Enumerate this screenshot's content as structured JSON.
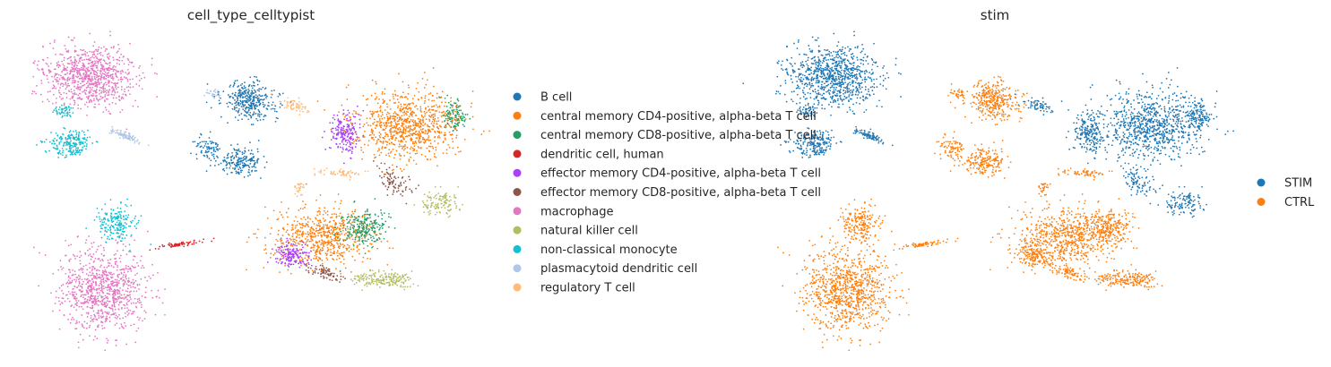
{
  "chart_data": [
    {
      "type": "scatter",
      "title": "cell_type_celltypist",
      "xlabel": "",
      "ylabel": "",
      "grid": false,
      "legend": "right",
      "series": [
        {
          "name": "B cell",
          "color": "#1f77b4"
        },
        {
          "name": "central memory CD4-positive, alpha-beta T cell",
          "color": "#ff7f0e"
        },
        {
          "name": "central memory CD8-positive, alpha-beta T cell",
          "color": "#279e68"
        },
        {
          "name": "dendritic cell, human",
          "color": "#d62728"
        },
        {
          "name": "effector memory CD4-positive, alpha-beta T cell",
          "color": "#aa40fc"
        },
        {
          "name": "effector memory CD8-positive, alpha-beta T cell",
          "color": "#8c564b"
        },
        {
          "name": "macrophage",
          "color": "#e377c2"
        },
        {
          "name": "natural killer cell",
          "color": "#b5bd61"
        },
        {
          "name": "non-classical monocyte",
          "color": "#17becf"
        },
        {
          "name": "plasmacytoid dendritic cell",
          "color": "#aec7e8"
        },
        {
          "name": "regulatory T cell",
          "color": "#ffbb78"
        }
      ]
    },
    {
      "type": "scatter",
      "title": "stim",
      "xlabel": "",
      "ylabel": "",
      "grid": false,
      "legend": "right",
      "series": [
        {
          "name": "STIM",
          "color": "#1f77b4"
        },
        {
          "name": "CTRL",
          "color": "#ff7f0e"
        }
      ]
    }
  ]
}
